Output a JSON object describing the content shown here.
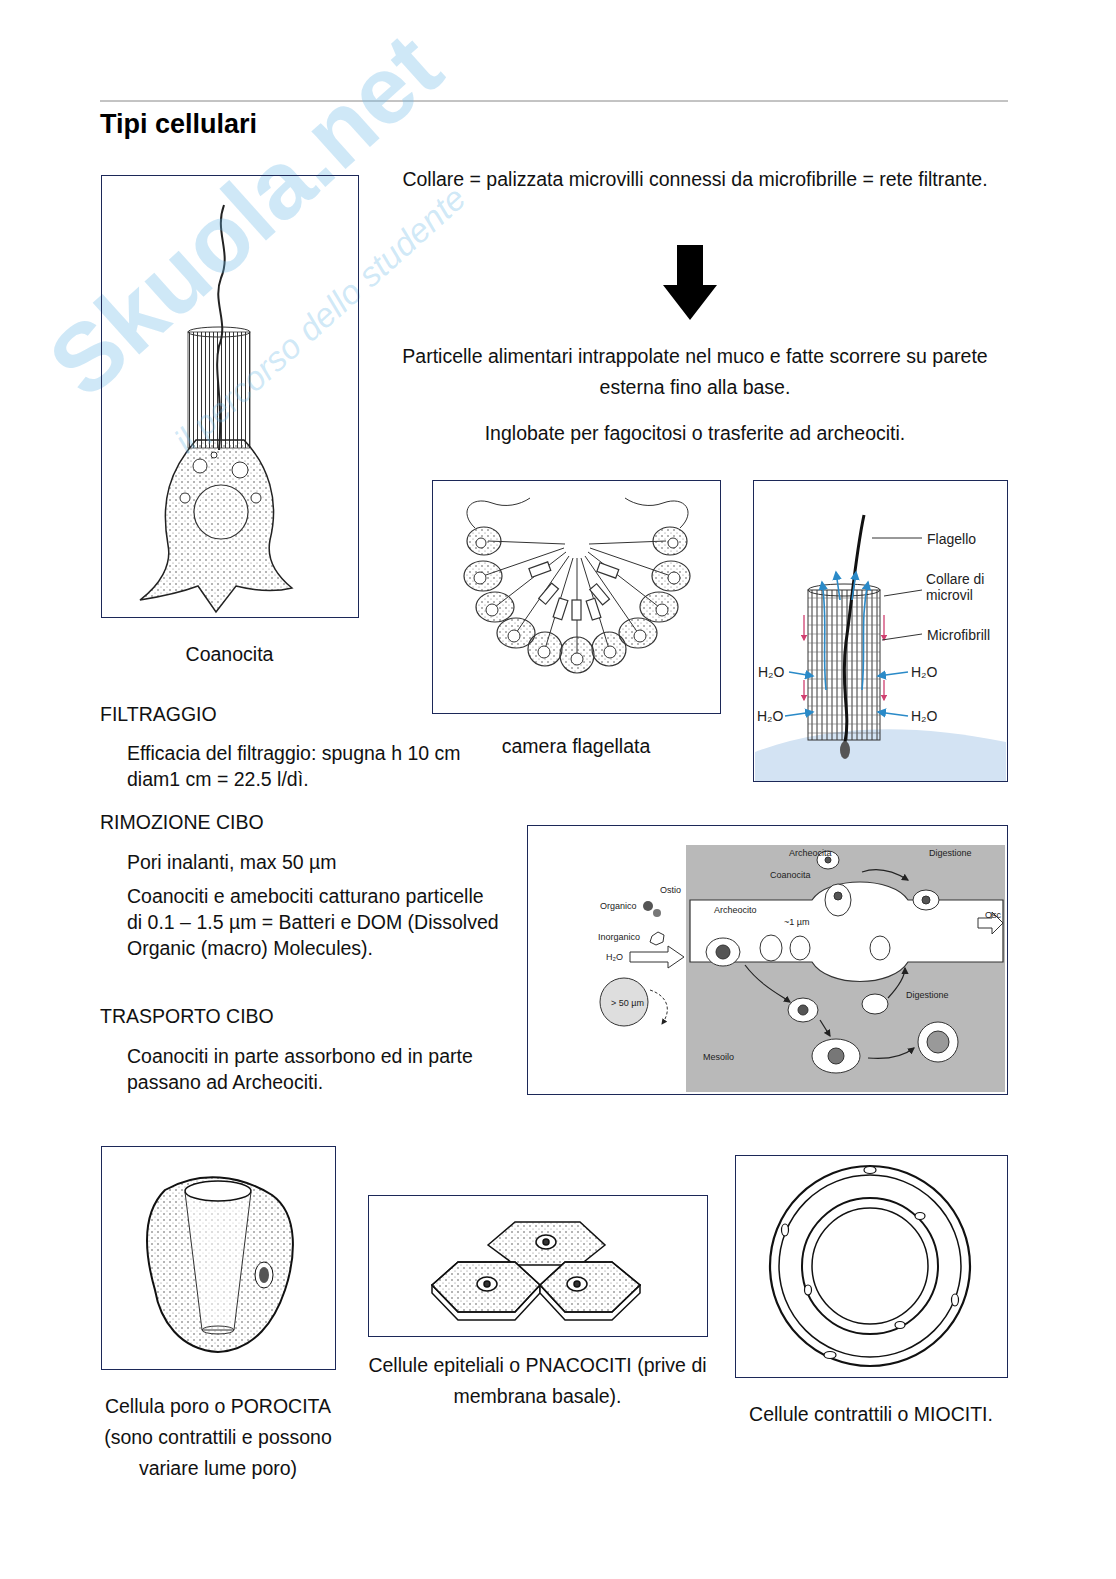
{
  "diagram": {
    "title": "Tipi cellulari",
    "nodes": [
      {
        "text": [
          "Coanocita"
        ]
      },
      {
        "text": [
          "camera flagellata"
        ]
      },
      {
        "text": [
          "Flagello",
          "Collare di microvil",
          "Microfibrill",
          "H₂O",
          "H₂O",
          "H₂O",
          "H₂O"
        ]
      },
      {
        "text": [
          "Archeocita",
          "Digestione",
          "Coanocita",
          "Ostio",
          "Organico",
          "Archeocito",
          "~1 µm",
          "Inorganico",
          "H₂O",
          "Osc",
          "> 50 µm",
          "Digestione",
          "Mesoilo"
        ]
      },
      {
        "text": [
          "Cellula poro o POROCITA (sono contrattili e possono variare lume poro)"
        ]
      },
      {
        "text": [
          "Cellule epiteliali o PNACOCITI (prive di membrana basale)."
        ]
      },
      {
        "text": [
          "Cellule contrattili o MIOCITI."
        ]
      }
    ],
    "labels": [
      "Skuola.net",
      "il percorso dello studente",
      "Collare = palizzata microvilli connessi da microfibrille = rete filtrante.",
      "Particelle alimentari intrappolate nel muco e fatte scorrere su parete esterna fino alla base.",
      "Inglobate per fagocitosi o trasferite ad archeociti.",
      "FILTRAGGIO",
      "Efficacia del filtraggio: spugna h 10 cm diam1 cm = 22.5 l/dì.",
      "RIMOZIONE CIBO",
      "Pori inalanti, max 50 µm",
      "Coanociti e amebociti catturano particelle di 0.1 – 1.5 µm = Batteri e DOM (Dissolved Organic (macro) Molecules).",
      "TRASPORTO CIBO",
      "Coanociti in parte assorbono ed in parte passano ad Archeociti."
    ]
  }
}
